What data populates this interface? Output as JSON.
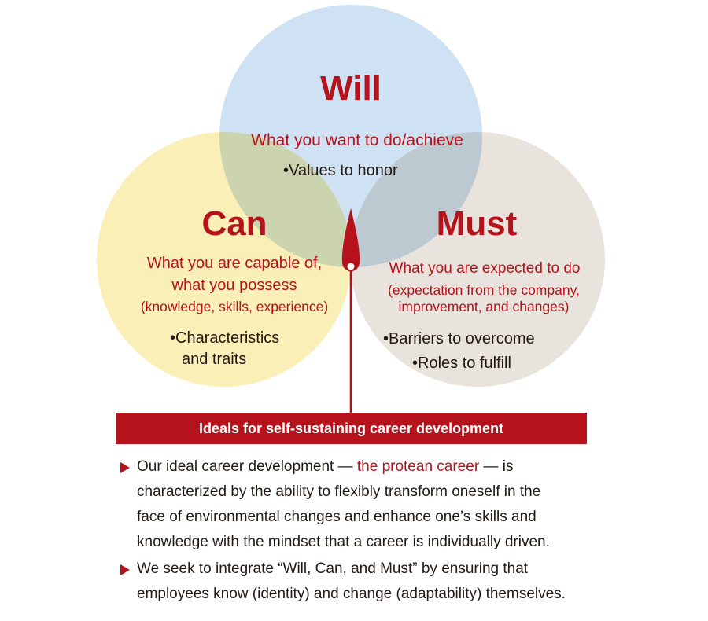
{
  "will": {
    "title": "Will",
    "subtitle": "What you want to do/achieve",
    "items": [
      "•Values to honor"
    ]
  },
  "can": {
    "title": "Can",
    "subtitle_lines": [
      "What you are capable of,",
      "what you possess",
      "(knowledge, skills, experience)"
    ],
    "items": [
      "•Characteristics",
      "and traits"
    ]
  },
  "must": {
    "title": "Must",
    "subtitle_lines": [
      "What you are expected to do",
      "(expectation from the company,",
      "improvement, and changes)"
    ],
    "items": [
      "•Barriers to overcome",
      "•Roles to fulfill"
    ]
  },
  "banner": "Ideals for self-sustaining career development",
  "bullets": [
    {
      "before": "Our ideal career development — ",
      "highlight": "the protean career",
      "after_lines": [
        " — is",
        "characterized by the ability to flexibly transform oneself in the",
        "face of environmental changes and enhance one’s skills and",
        "knowledge with the mindset that a career is individually driven."
      ]
    },
    {
      "lines": [
        "We seek to integrate “Will, Can, and Must” by ensuring that",
        "employees know (identity) and change (adaptability) themselves."
      ]
    }
  ],
  "colors": {
    "will_circle": "#cfe2f3",
    "can_circle": "#fbefb8",
    "must_circle": "#e8e3dc",
    "accent": "#b5121b",
    "text": "#231815"
  }
}
